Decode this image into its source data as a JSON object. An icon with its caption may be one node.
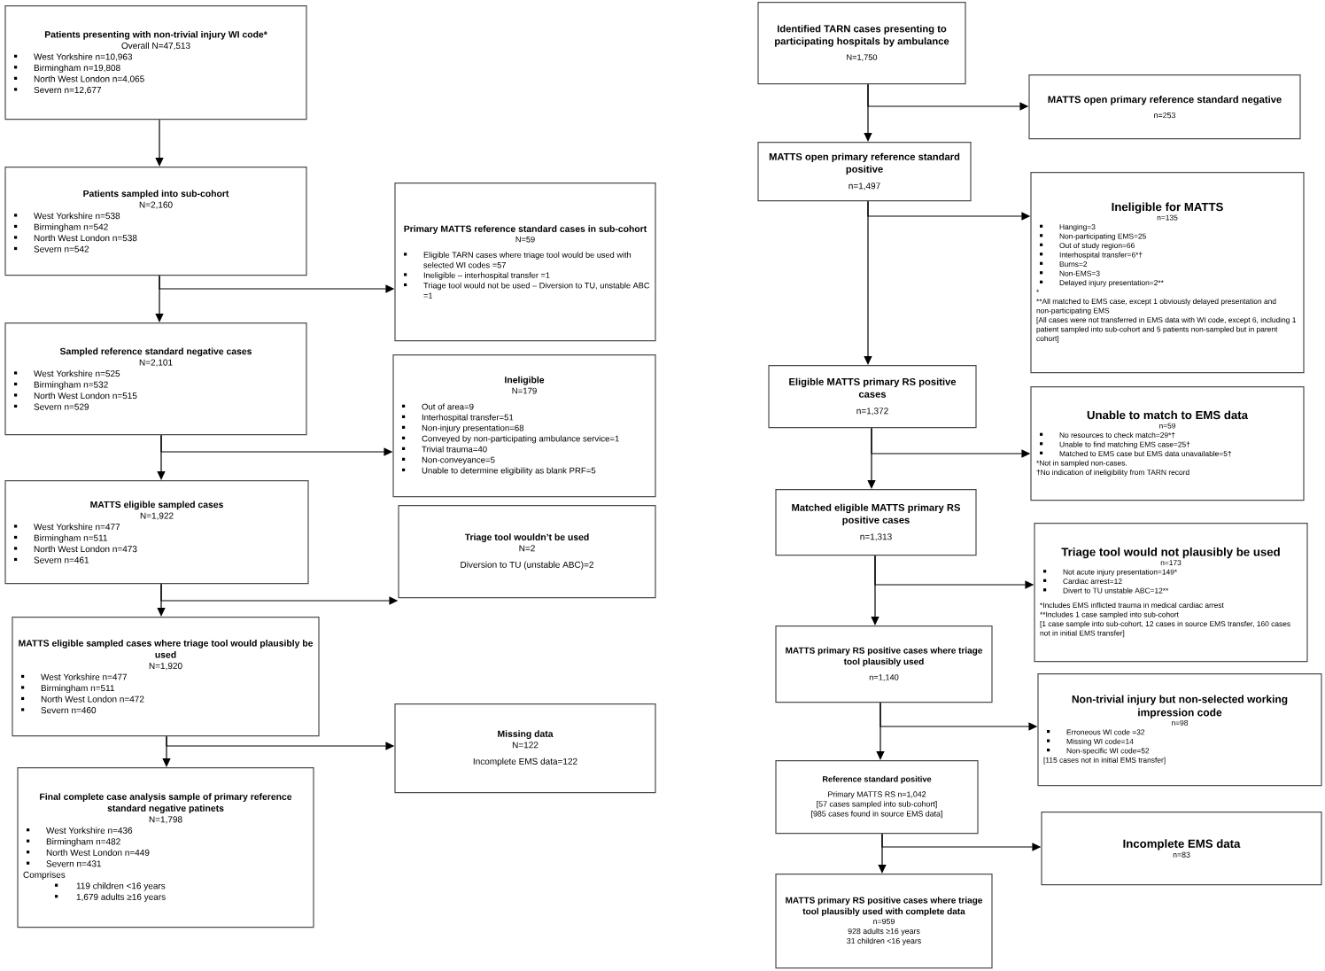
{
  "diagram": {
    "nodes": [
      {
        "text": [
          "Patients presenting with non-trivial injury WI code*",
          "Overall N=47,513",
          "West Yorkshire n=10,963",
          "Birmingham n=19,808",
          "North West London n=4,065",
          "Severn n=12,677"
        ]
      },
      {
        "text": [
          "Patients sampled into sub-cohort",
          "N=2,160",
          "West Yorkshire n=538",
          "Birmingham n=542",
          "North West London n=538",
          "Severn n=542"
        ]
      },
      {
        "text": [
          "Primary MATTS reference standard cases in sub-cohort",
          "N=59",
          "Eligible TARN cases where triage tool would be used with selected WI codes =57",
          "Ineligible – interhospital transfer =1",
          "Triage tool would not be used – Diversion to TU, unstable ABC =1"
        ]
      },
      {
        "text": [
          "Sampled reference standard negative cases",
          "N=2,101",
          "West Yorkshire n=525",
          "Birmingham n=532",
          "North West London n=515",
          "Severn n=529"
        ]
      },
      {
        "text": [
          "Ineligible",
          "N=179",
          "Out of area=9",
          "Interhospital transfer=51",
          "Non-injury presentation=68",
          "Conveyed by non-participating ambulance service=1",
          "Trivial trauma=40",
          "Non-conveyance=5",
          "Unable to determine eligibility as blank PRF=5"
        ]
      },
      {
        "text": [
          "MATTS eligible sampled cases",
          "N=1,922",
          "West Yorkshire n=477",
          "Birmingham n=511",
          "North West London n=473",
          "Severn n=461"
        ]
      },
      {
        "text": [
          "Triage tool wouldn’t be used",
          "N=2",
          "Diversion to TU (unstable ABC)=2"
        ]
      },
      {
        "text": [
          "MATTS eligible sampled cases where triage tool would plausibly be used",
          "N=1,920",
          "West Yorkshire n=477",
          "Birmingham n=511",
          "North West London n=472",
          "Severn n=460"
        ]
      },
      {
        "text": [
          "Missing data",
          "N=122",
          "Incomplete EMS data=122"
        ]
      },
      {
        "text": [
          "Final complete case analysis sample of primary reference standard negative patinets",
          "N=1,798",
          "West Yorkshire n=436",
          "Birmingham n=482",
          "North West London n=449",
          "Severn n=431",
          "Comprises",
          "119 children <16 years",
          "1,679 adults ≥16 years"
        ]
      },
      {
        "text": [
          "Identified TARN cases presenting to participating hospitals by ambulance",
          "N=1,750"
        ]
      },
      {
        "text": [
          "MATTS open primary reference standard negative",
          "n=253"
        ]
      },
      {
        "text": [
          "MATTS open primary reference standard positive",
          "n=1,497"
        ]
      },
      {
        "text": [
          "Ineligible for MATTS",
          "n=135",
          "Hanging=3",
          "Non-participating EMS=25",
          "Out of study region=66",
          "Interhospital transfer=6*†",
          "Burns=2",
          "Non-EMS=3",
          "Delayed injury presentation=2**",
          "*",
          "**All matched to EMS case, except 1 obviously delayed presentation and non-participating EMS",
          "[All cases were not transferred in EMS data with WI code, except 6, including 1 patient sampled into sub-cohort and 5 patients non-sampled but in parent cohort]"
        ]
      },
      {
        "text": [
          "Eligible MATTS primary RS positive cases",
          "n=1,372"
        ]
      },
      {
        "text": [
          "Unable to match to EMS data",
          "n=59",
          "No resources to check match=29*†",
          "Unable to find matching EMS case=25†",
          "Matched to EMS case but EMS data unavailable=5†",
          "*Not in sampled non-cases.",
          "†No indication of ineligibility from TARN record"
        ]
      },
      {
        "text": [
          "Matched eligible MATTS primary RS positive cases",
          "n=1,313"
        ]
      },
      {
        "text": [
          "Triage tool would not plausibly be used",
          "n=173",
          "Not acute injury presentation=149*",
          "Cardiac arrest=12",
          "Divert to TU unstable ABC=12**",
          "*Includes EMS inflicted trauma in medical cardiac arrest",
          "**Includes 1 case sampled into sub-cohort",
          "[1 case sample into sub-cohort, 12 cases in source EMS transfer, 160 cases not in initial EMS transfer]"
        ]
      },
      {
        "text": [
          "MATTS primary RS positive cases where triage tool plausibly used",
          "n=1,140"
        ]
      },
      {
        "text": [
          "Non-trivial injury but non-selected working impression code",
          "n=98",
          "Erroneous WI code =32",
          "Missing WI code=14",
          "Non-specific WI code=52",
          "[115 cases not in initial EMS transfer]"
        ]
      },
      {
        "text": [
          "Reference standard positive",
          "Primary MATTS RS n=1,042",
          "[57 cases sampled into sub-cohort]",
          "[985 cases found in source EMS data]"
        ]
      },
      {
        "text": [
          "Incomplete EMS data",
          "n=83"
        ]
      },
      {
        "text": [
          "MATTS primary RS positive cases where triage tool plausibly used with complete data",
          "n=959",
          "928 adults ≥16 years",
          "31 children <16 years"
        ]
      }
    ],
    "edges": [
      {
        "from": 0,
        "to": 1,
        "arrow": "to"
      },
      {
        "from": 1,
        "to": 3,
        "arrow": "to"
      },
      {
        "from": 1,
        "to": 2,
        "arrow": "to"
      },
      {
        "from": 3,
        "to": 5,
        "arrow": "to"
      },
      {
        "from": 3,
        "to": 4,
        "arrow": "to"
      },
      {
        "from": 5,
        "to": 7,
        "arrow": "to"
      },
      {
        "from": 5,
        "to": 6,
        "arrow": "to"
      },
      {
        "from": 7,
        "to": 9,
        "arrow": "to"
      },
      {
        "from": 7,
        "to": 8,
        "arrow": "to"
      },
      {
        "from": 10,
        "to": 12,
        "arrow": "to"
      },
      {
        "from": 10,
        "to": 11,
        "arrow": "to"
      },
      {
        "from": 12,
        "to": 14,
        "arrow": "to"
      },
      {
        "from": 12,
        "to": 13,
        "arrow": "to"
      },
      {
        "from": 14,
        "to": 16,
        "arrow": "to"
      },
      {
        "from": 14,
        "to": 15,
        "arrow": "to"
      },
      {
        "from": 16,
        "to": 18,
        "arrow": "to"
      },
      {
        "from": 16,
        "to": 17,
        "arrow": "to"
      },
      {
        "from": 18,
        "to": 20,
        "arrow": "to"
      },
      {
        "from": 18,
        "to": 19,
        "arrow": "to"
      },
      {
        "from": 20,
        "to": 22,
        "arrow": "to"
      },
      {
        "from": 20,
        "to": 21,
        "arrow": "to"
      }
    ]
  }
}
